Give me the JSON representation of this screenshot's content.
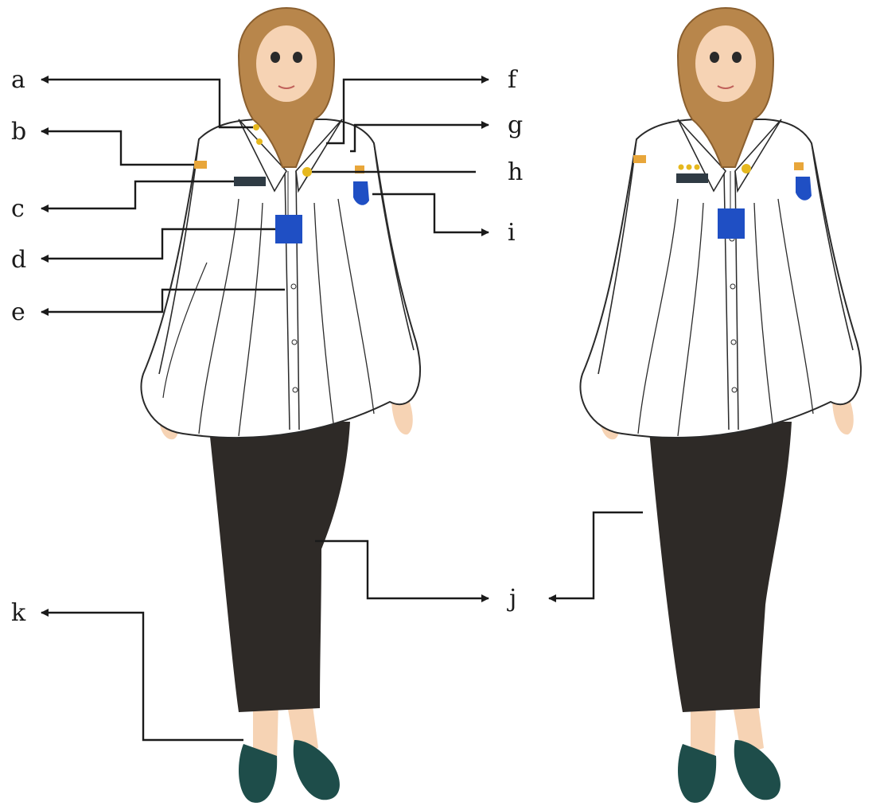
{
  "labels": [
    {
      "key": "a",
      "text": "a"
    },
    {
      "key": "b",
      "text": "b"
    },
    {
      "key": "c",
      "text": "c"
    },
    {
      "key": "d",
      "text": "d"
    },
    {
      "key": "e",
      "text": "e"
    },
    {
      "key": "f",
      "text": "f"
    },
    {
      "key": "g",
      "text": "g"
    },
    {
      "key": "h",
      "text": "h"
    },
    {
      "key": "i",
      "text": "i"
    },
    {
      "key": "j",
      "text": "j"
    },
    {
      "key": "k",
      "text": "k"
    }
  ],
  "colors": {
    "hijab": "#b8864b",
    "hijab_dark": "#8a5f2f",
    "skin": "#f6d3b4",
    "shirt": "#ffffff",
    "shirt_line": "#2a2a2a",
    "skirt": "#2e2a27",
    "shoes": "#1e4d4a",
    "badge_blue": "#1f4fc4",
    "gold": "#e6b81e",
    "shoulder_gold": "#e8a63a",
    "name_tag": "#2f3b44",
    "arrow": "#1a1a1a"
  },
  "icons": [
    "figure-front-uniform",
    "figure-front-uniform-variant"
  ]
}
